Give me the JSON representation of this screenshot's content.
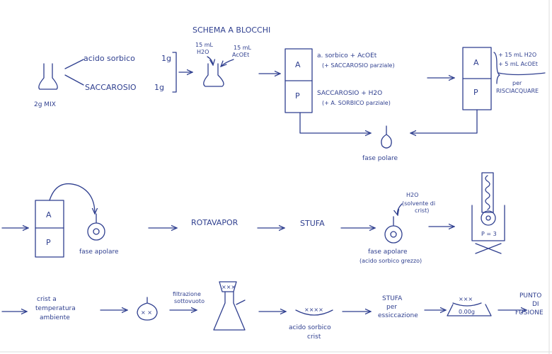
{
  "title": "SCHEMA A BLOCCHI",
  "row1": {
    "mix_item1": "acido sorbico",
    "mix_qty1": "1g",
    "mix_item2": "SACCAROSIO",
    "mix_qty2": "1g",
    "mix_total": "2g MIX",
    "water_add": "15 mL",
    "water_label": "H2O",
    "acoet_add": "15 mL",
    "acoet_label": "AcOEt",
    "phase_a_letter": "A",
    "phase_p_letter": "P",
    "phase_a_content": "a. sorbico + AcOEt",
    "phase_a_note": "(+ SACCAROSIO parziale)",
    "phase_p_content": "SACCAROSIO + H2O",
    "phase_p_note": "(+ A. SORBICO parziale)",
    "wash_a_letter": "A",
    "wash_p_letter": "P",
    "wash_line1": "+ 15 mL  H2O",
    "wash_line2": "+ 5 mL  AcOEt",
    "wash_per": "per",
    "wash_purpose": "RISCIACQUARE",
    "polar_phase": "fase polare"
  },
  "row2": {
    "a_letter": "A",
    "p_letter": "P",
    "apolar_phase": "fase apolare",
    "rotavapor": "ROTAVAPOR",
    "stufa": "STUFA",
    "water": "H2O",
    "solvent_note1": "(solvente di",
    "solvent_note2": "crist)",
    "apolar_phase2": "fase apolare",
    "crude": "(acido sorbico grezzo)",
    "plate": "P = 3"
  },
  "row3": {
    "cryst_line1": "crist a",
    "cryst_line2": "temperatura",
    "cryst_line3": "ambiente",
    "filtration_line1": "filtrazione",
    "filtration_line2": "sottovuoto",
    "sorbic_line1": "acido sorbico",
    "sorbic_line2": "crist",
    "stufa_line1": "STUFA",
    "stufa_line2": "per",
    "stufa_line3": "essiccazione",
    "balance": "0.00g",
    "melting_line1": "PUNTO",
    "melting_line2": "DI",
    "melting_line3": "FUSIONE"
  }
}
